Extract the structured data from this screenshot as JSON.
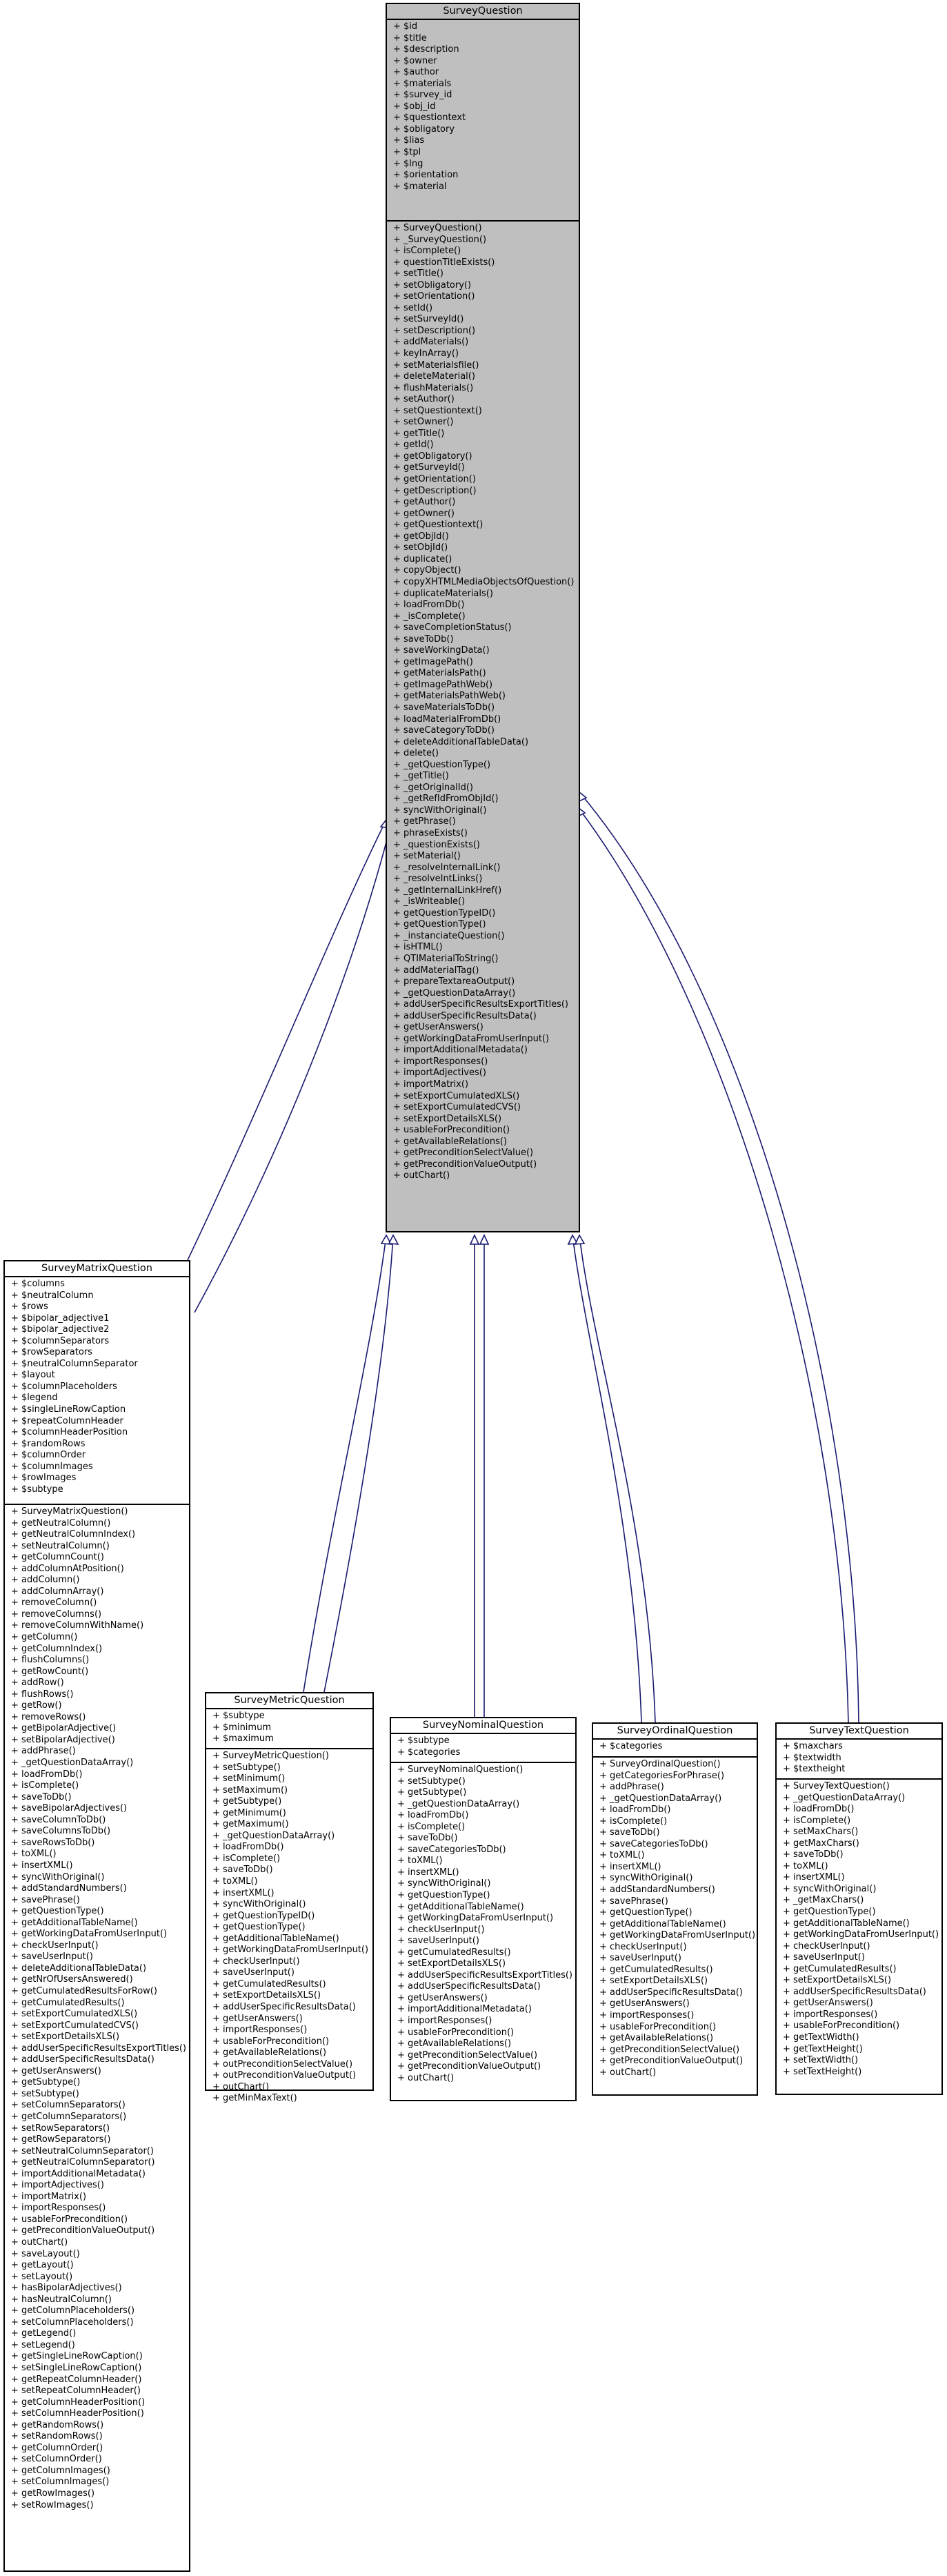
{
  "classes": [
    {
      "id": "SurveyQuestion",
      "base": true,
      "title": "SurveyQuestion",
      "attrs": [
        "+ $id",
        "+ $title",
        "+ $description",
        "+ $owner",
        "+ $author",
        "+ $materials",
        "+ $survey_id",
        "+ $obj_id",
        "+ $questiontext",
        "+ $obligatory",
        "+ $lias",
        "+ $tpl",
        "+ $lng",
        "+ $orientation",
        "+ $material"
      ],
      "ops": [
        "+ SurveyQuestion()",
        "+ _SurveyQuestion()",
        "+ isComplete()",
        "+ questionTitleExists()",
        "+ setTitle()",
        "+ setObligatory()",
        "+ setOrientation()",
        "+ setId()",
        "+ setSurveyId()",
        "+ setDescription()",
        "+ addMaterials()",
        "+ keyInArray()",
        "+ setMaterialsfile()",
        "+ deleteMaterial()",
        "+ flushMaterials()",
        "+ setAuthor()",
        "+ setQuestiontext()",
        "+ setOwner()",
        "+ getTitle()",
        "+ getId()",
        "+ getObligatory()",
        "+ getSurveyId()",
        "+ getOrientation()",
        "+ getDescription()",
        "+ getAuthor()",
        "+ getOwner()",
        "+ getQuestiontext()",
        "+ getObjId()",
        "+ setObjId()",
        "+ duplicate()",
        "+ copyObject()",
        "+ copyXHTMLMediaObjectsOfQuestion()",
        "+ duplicateMaterials()",
        "+ loadFromDb()",
        "+ _isComplete()",
        "+ saveCompletionStatus()",
        "+ saveToDb()",
        "+ saveWorkingData()",
        "+ getImagePath()",
        "+ getMaterialsPath()",
        "+ getImagePathWeb()",
        "+ getMaterialsPathWeb()",
        "+ saveMaterialsToDb()",
        "+ loadMaterialFromDb()",
        "+ saveCategoryToDb()",
        "+ deleteAdditionalTableData()",
        "+ delete()",
        "+ _getQuestionType()",
        "+ _getTitle()",
        "+ _getOriginalId()",
        "+ _getRefIdFromObjId()",
        "+ syncWithOriginal()",
        "+ getPhrase()",
        "+ phraseExists()",
        "+ _questionExists()",
        "+ setMaterial()",
        "+ _resolveInternalLink()",
        "+ _resolveIntLinks()",
        "+ _getInternalLinkHref()",
        "+ _isWriteable()",
        "+ getQuestionTypeID()",
        "+ getQuestionType()",
        "+ _instanciateQuestion()",
        "+ isHTML()",
        "+ QTIMaterialToString()",
        "+ addMaterialTag()",
        "+ prepareTextareaOutput()",
        "+ _getQuestionDataArray()",
        "+ addUserSpecificResultsExportTitles()",
        "+ addUserSpecificResultsData()",
        "+ getUserAnswers()",
        "+ getWorkingDataFromUserInput()",
        "+ importAdditionalMetadata()",
        "+ importResponses()",
        "+ importAdjectives()",
        "+ importMatrix()",
        "+ setExportCumulatedXLS()",
        "+ setExportCumulatedCVS()",
        "+ setExportDetailsXLS()",
        "+ usableForPrecondition()",
        "+ getAvailableRelations()",
        "+ getPreconditionSelectValue()",
        "+ getPreconditionValueOutput()",
        "+ outChart()"
      ]
    },
    {
      "id": "SurveyMatrixQuestion",
      "base": false,
      "title": "SurveyMatrixQuestion",
      "attrs": [
        "+ $columns",
        "+ $neutralColumn",
        "+ $rows",
        "+ $bipolar_adjective1",
        "+ $bipolar_adjective2",
        "+ $columnSeparators",
        "+ $rowSeparators",
        "+ $neutralColumnSeparator",
        "+ $layout",
        "+ $columnPlaceholders",
        "+ $legend",
        "+ $singleLineRowCaption",
        "+ $repeatColumnHeader",
        "+ $columnHeaderPosition",
        "+ $randomRows",
        "+ $columnOrder",
        "+ $columnImages",
        "+ $rowImages",
        "+ $subtype"
      ],
      "ops": [
        "+ SurveyMatrixQuestion()",
        "+ getNeutralColumn()",
        "+ getNeutralColumnIndex()",
        "+ setNeutralColumn()",
        "+ getColumnCount()",
        "+ addColumnAtPosition()",
        "+ addColumn()",
        "+ addColumnArray()",
        "+ removeColumn()",
        "+ removeColumns()",
        "+ removeColumnWithName()",
        "+ getColumn()",
        "+ getColumnIndex()",
        "+ flushColumns()",
        "+ getRowCount()",
        "+ addRow()",
        "+ flushRows()",
        "+ getRow()",
        "+ removeRows()",
        "+ getBipolarAdjective()",
        "+ setBipolarAdjective()",
        "+ addPhrase()",
        "+ _getQuestionDataArray()",
        "+ loadFromDb()",
        "+ isComplete()",
        "+ saveToDb()",
        "+ saveBipolarAdjectives()",
        "+ saveColumnToDb()",
        "+ saveColumnsToDb()",
        "+ saveRowsToDb()",
        "+ toXML()",
        "+ insertXML()",
        "+ syncWithOriginal()",
        "+ addStandardNumbers()",
        "+ savePhrase()",
        "+ getQuestionType()",
        "+ getAdditionalTableName()",
        "+ getWorkingDataFromUserInput()",
        "+ checkUserInput()",
        "+ saveUserInput()",
        "+ deleteAdditionalTableData()",
        "+ getNrOfUsersAnswered()",
        "+ getCumulatedResultsForRow()",
        "+ getCumulatedResults()",
        "+ setExportCumulatedXLS()",
        "+ setExportCumulatedCVS()",
        "+ setExportDetailsXLS()",
        "+ addUserSpecificResultsExportTitles()",
        "+ addUserSpecificResultsData()",
        "+ getUserAnswers()",
        "+ getSubtype()",
        "+ setSubtype()",
        "+ setColumnSeparators()",
        "+ getColumnSeparators()",
        "+ setRowSeparators()",
        "+ getRowSeparators()",
        "+ setNeutralColumnSeparator()",
        "+ getNeutralColumnSeparator()",
        "+ importAdditionalMetadata()",
        "+ importAdjectives()",
        "+ importMatrix()",
        "+ importResponses()",
        "+ usableForPrecondition()",
        "+ getPreconditionValueOutput()",
        "+ outChart()",
        "+ saveLayout()",
        "+ getLayout()",
        "+ setLayout()",
        "+ hasBipolarAdjectives()",
        "+ hasNeutralColumn()",
        "+ getColumnPlaceholders()",
        "+ setColumnPlaceholders()",
        "+ getLegend()",
        "+ setLegend()",
        "+ getSingleLineRowCaption()",
        "+ setSingleLineRowCaption()",
        "+ getRepeatColumnHeader()",
        "+ setRepeatColumnHeader()",
        "+ getColumnHeaderPosition()",
        "+ setColumnHeaderPosition()",
        "+ getRandomRows()",
        "+ setRandomRows()",
        "+ getColumnOrder()",
        "+ setColumnOrder()",
        "+ getColumnImages()",
        "+ setColumnImages()",
        "+ getRowImages()",
        "+ setRowImages()"
      ]
    },
    {
      "id": "SurveyMetricQuestion",
      "base": false,
      "title": "SurveyMetricQuestion",
      "attrs": [
        "+ $subtype",
        "+ $minimum",
        "+ $maximum"
      ],
      "ops": [
        "+ SurveyMetricQuestion()",
        "+ setSubtype()",
        "+ setMinimum()",
        "+ setMaximum()",
        "+ getSubtype()",
        "+ getMinimum()",
        "+ getMaximum()",
        "+ _getQuestionDataArray()",
        "+ loadFromDb()",
        "+ isComplete()",
        "+ saveToDb()",
        "+ toXML()",
        "+ insertXML()",
        "+ syncWithOriginal()",
        "+ getQuestionTypeID()",
        "+ getQuestionType()",
        "+ getAdditionalTableName()",
        "+ getWorkingDataFromUserInput()",
        "+ checkUserInput()",
        "+ saveUserInput()",
        "+ getCumulatedResults()",
        "+ setExportDetailsXLS()",
        "+ addUserSpecificResultsData()",
        "+ getUserAnswers()",
        "+ importResponses()",
        "+ usableForPrecondition()",
        "+ getAvailableRelations()",
        "+ outPreconditionSelectValue()",
        "+ outPreconditionValueOutput()",
        "+ outChart()",
        "+ getMinMaxText()"
      ]
    },
    {
      "id": "SurveyNominalQuestion",
      "base": false,
      "title": "SurveyNominalQuestion",
      "attrs": [
        "+ $subtype",
        "+ $categories"
      ],
      "ops": [
        "+ SurveyNominalQuestion()",
        "+ setSubtype()",
        "+ getSubtype()",
        "+ _getQuestionDataArray()",
        "+ loadFromDb()",
        "+ isComplete()",
        "+ saveToDb()",
        "+ saveCategoriesToDb()",
        "+ toXML()",
        "+ insertXML()",
        "+ syncWithOriginal()",
        "+ getQuestionType()",
        "+ getAdditionalTableName()",
        "+ getWorkingDataFromUserInput()",
        "+ checkUserInput()",
        "+ saveUserInput()",
        "+ getCumulatedResults()",
        "+ setExportDetailsXLS()",
        "+ addUserSpecificResultsExportTitles()",
        "+ addUserSpecificResultsData()",
        "+ getUserAnswers()",
        "+ importAdditionalMetadata()",
        "+ importResponses()",
        "+ usableForPrecondition()",
        "+ getAvailableRelations()",
        "+ getPreconditionSelectValue()",
        "+ getPreconditionValueOutput()",
        "+ outChart()"
      ]
    },
    {
      "id": "SurveyOrdinalQuestion",
      "base": false,
      "title": "SurveyOrdinalQuestion",
      "attrs": [
        "+ $categories"
      ],
      "ops": [
        "+ SurveyOrdinalQuestion()",
        "+ getCategoriesForPhrase()",
        "+ addPhrase()",
        "+ _getQuestionDataArray()",
        "+ loadFromDb()",
        "+ isComplete()",
        "+ saveToDb()",
        "+ saveCategoriesToDb()",
        "+ toXML()",
        "+ insertXML()",
        "+ syncWithOriginal()",
        "+ addStandardNumbers()",
        "+ savePhrase()",
        "+ getQuestionType()",
        "+ getAdditionalTableName()",
        "+ getWorkingDataFromUserInput()",
        "+ checkUserInput()",
        "+ saveUserInput()",
        "+ getCumulatedResults()",
        "+ setExportDetailsXLS()",
        "+ addUserSpecificResultsData()",
        "+ getUserAnswers()",
        "+ importResponses()",
        "+ usableForPrecondition()",
        "+ getAvailableRelations()",
        "+ getPreconditionSelectValue()",
        "+ getPreconditionValueOutput()",
        "+ outChart()"
      ]
    },
    {
      "id": "SurveyTextQuestion",
      "base": false,
      "title": "SurveyTextQuestion",
      "attrs": [
        "+ $maxchars",
        "+ $textwidth",
        "+ $textheight"
      ],
      "ops": [
        "+ SurveyTextQuestion()",
        "+ _getQuestionDataArray()",
        "+ loadFromDb()",
        "+ isComplete()",
        "+ setMaxChars()",
        "+ getMaxChars()",
        "+ saveToDb()",
        "+ toXML()",
        "+ insertXML()",
        "+ syncWithOriginal()",
        "+ _getMaxChars()",
        "+ getQuestionType()",
        "+ getAdditionalTableName()",
        "+ getWorkingDataFromUserInput()",
        "+ checkUserInput()",
        "+ saveUserInput()",
        "+ getCumulatedResults()",
        "+ setExportDetailsXLS()",
        "+ addUserSpecificResultsData()",
        "+ getUserAnswers()",
        "+ importResponses()",
        "+ usableForPrecondition()",
        "+ getTextWidth()",
        "+ getTextHeight()",
        "+ setTextWidth()",
        "+ setTextHeight()"
      ]
    }
  ],
  "colors": {
    "base_fill": "#bfbfbf",
    "edge": "#191970",
    "border": "#000000"
  }
}
